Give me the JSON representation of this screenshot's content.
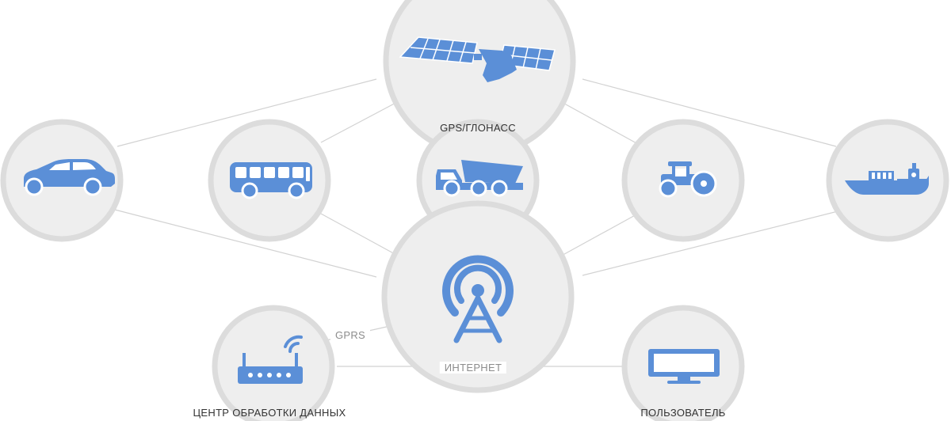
{
  "colors": {
    "icon": "#5b8fd7",
    "ring": "#dcdcdc",
    "disc": "#eeeeee",
    "line": "#d2d2d2"
  },
  "nodes": {
    "satellite": {
      "icon": "satellite-icon",
      "label": "GPS/ГЛОНАСС"
    },
    "car": {
      "icon": "car-icon"
    },
    "bus": {
      "icon": "bus-icon"
    },
    "truck": {
      "icon": "dump-truck-icon"
    },
    "tractor": {
      "icon": "tractor-icon"
    },
    "ship": {
      "icon": "cargo-ship-icon"
    },
    "tower": {
      "icon": "radio-tower-icon"
    },
    "router": {
      "icon": "wifi-router-icon",
      "label": "ЦЕНТР ОБРАБОТКИ ДАННЫХ"
    },
    "monitor": {
      "icon": "monitor-icon",
      "label": "ПОЛЬЗОВАТЕЛЬ"
    }
  },
  "links": {
    "gprs": "GPRS",
    "internet": "ИНТЕРНЕТ"
  }
}
